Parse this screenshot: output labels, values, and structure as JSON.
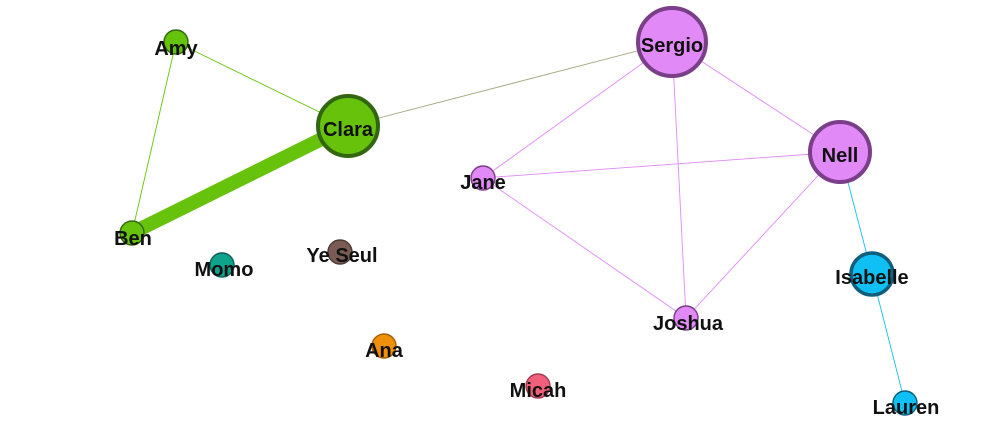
{
  "graph": {
    "type": "network",
    "groups": [
      {
        "name": "green",
        "fill": "#66c20a",
        "stroke": "#336611"
      },
      {
        "name": "purple",
        "fill": "#e089f7",
        "stroke": "#7a3f88"
      },
      {
        "name": "blue",
        "fill": "#10c0f5",
        "stroke": "#0e5e7c"
      },
      {
        "name": "teal",
        "fill": "#10a38c",
        "stroke": "#0d6055"
      },
      {
        "name": "brown",
        "fill": "#7a5c55",
        "stroke": "#4d3a36"
      },
      {
        "name": "orange",
        "fill": "#f0900a",
        "stroke": "#a45f06"
      },
      {
        "name": "pink",
        "fill": "#f0607a",
        "stroke": "#a33d51"
      }
    ],
    "nodes": [
      {
        "id": "amy",
        "label": "Amy",
        "group": "green",
        "size": "small"
      },
      {
        "id": "clara",
        "label": "Clara",
        "group": "green",
        "size": "large"
      },
      {
        "id": "ben",
        "label": "Ben",
        "group": "green",
        "size": "small"
      },
      {
        "id": "sergio",
        "label": "Sergio",
        "group": "purple",
        "size": "xlarge"
      },
      {
        "id": "nell",
        "label": "Nell",
        "group": "purple",
        "size": "large"
      },
      {
        "id": "jane",
        "label": "Jane",
        "group": "purple",
        "size": "small"
      },
      {
        "id": "joshua",
        "label": "Joshua",
        "group": "purple",
        "size": "small"
      },
      {
        "id": "isabelle",
        "label": "Isabelle",
        "group": "blue",
        "size": "medium"
      },
      {
        "id": "lauren",
        "label": "Lauren",
        "group": "blue",
        "size": "small"
      },
      {
        "id": "momo",
        "label": "Momo",
        "group": "teal",
        "size": "small"
      },
      {
        "id": "yeseul",
        "label": "Ye Seul",
        "group": "brown",
        "size": "small"
      },
      {
        "id": "ana",
        "label": "Ana",
        "group": "orange",
        "size": "small"
      },
      {
        "id": "micah",
        "label": "Micah",
        "group": "pink",
        "size": "small"
      }
    ],
    "edges": [
      {
        "source": "amy",
        "target": "clara",
        "weight": 1,
        "color": "#66c20a"
      },
      {
        "source": "amy",
        "target": "ben",
        "weight": 1,
        "color": "#66c20a"
      },
      {
        "source": "clara",
        "target": "ben",
        "weight": 14,
        "color": "#66c20a"
      },
      {
        "source": "clara",
        "target": "sergio",
        "weight": 1,
        "color": "#a3a67a"
      },
      {
        "source": "sergio",
        "target": "jane",
        "weight": 1,
        "color": "#e089f7"
      },
      {
        "source": "sergio",
        "target": "nell",
        "weight": 1,
        "color": "#e089f7"
      },
      {
        "source": "sergio",
        "target": "joshua",
        "weight": 1,
        "color": "#e089f7"
      },
      {
        "source": "jane",
        "target": "nell",
        "weight": 1,
        "color": "#e089f7"
      },
      {
        "source": "jane",
        "target": "joshua",
        "weight": 1,
        "color": "#e089f7"
      },
      {
        "source": "nell",
        "target": "joshua",
        "weight": 1,
        "color": "#e089f7"
      },
      {
        "source": "nell",
        "target": "isabelle",
        "weight": 1,
        "color": "#10c0f5"
      },
      {
        "source": "isabelle",
        "target": "lauren",
        "weight": 1,
        "color": "#10c0f5"
      }
    ]
  }
}
